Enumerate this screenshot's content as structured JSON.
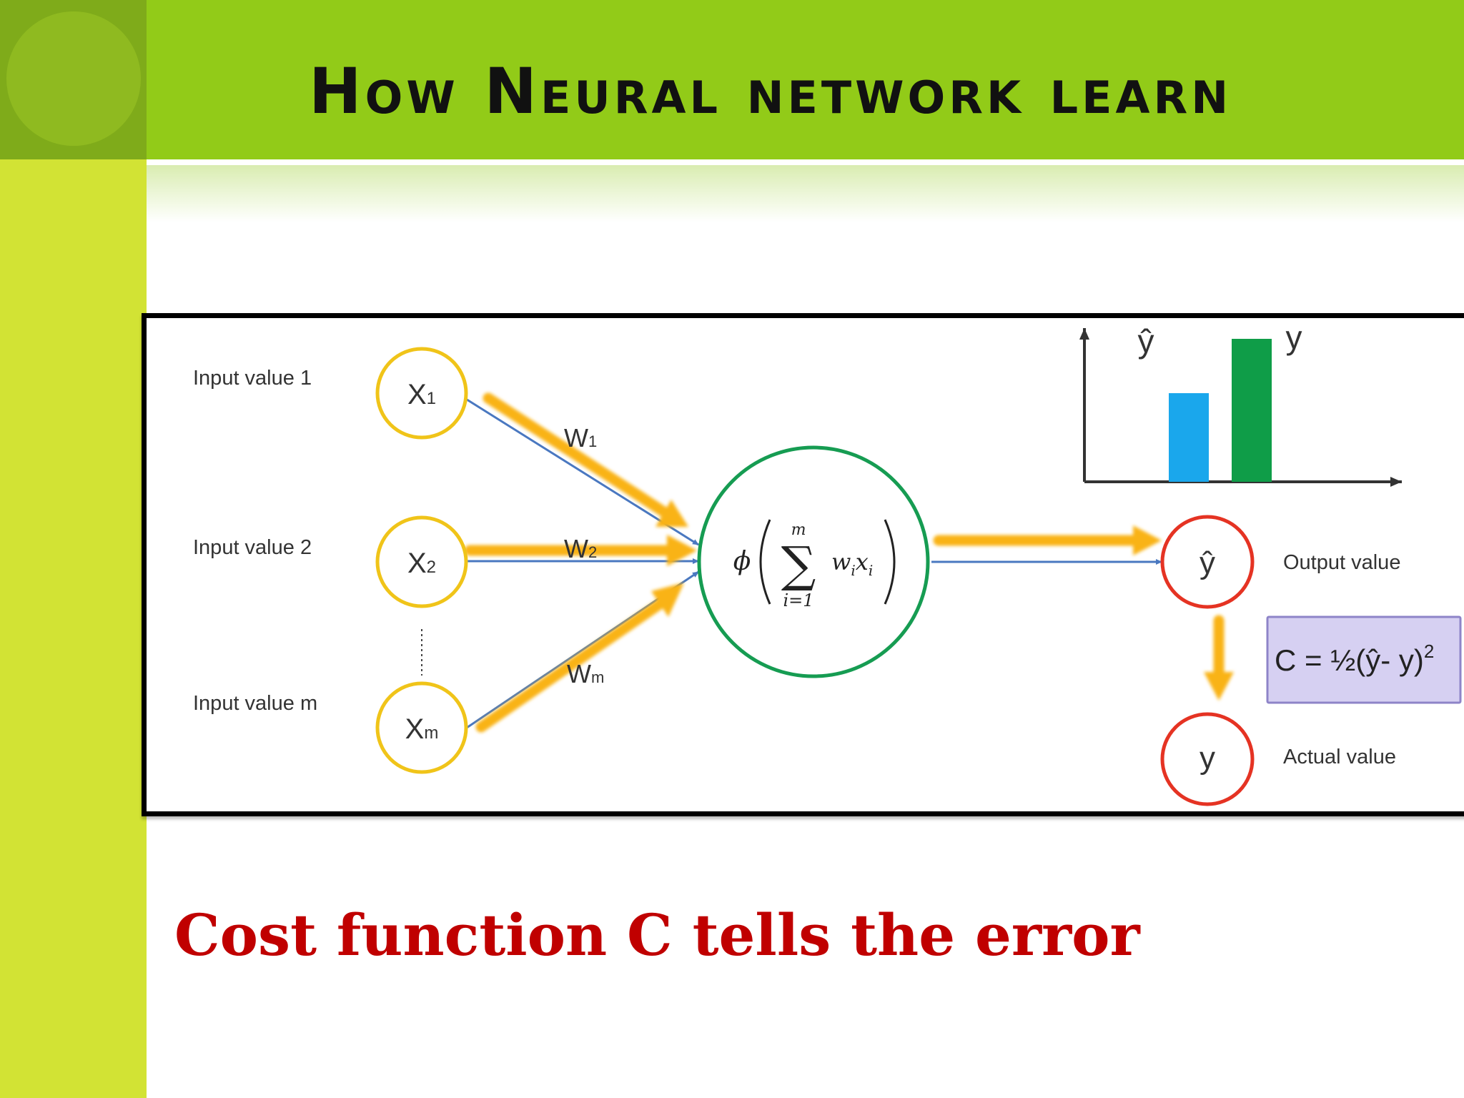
{
  "slide": {
    "title": "How Neural network learn",
    "caption": "Cost function C tells the error"
  },
  "diagram": {
    "inputs": [
      {
        "label": "Input value 1",
        "node": "X",
        "sub": "1"
      },
      {
        "label": "Input value 2",
        "node": "X",
        "sub": "2"
      },
      {
        "label": "Input value m",
        "node": "X",
        "sub": "m"
      }
    ],
    "weights": [
      {
        "base": "W",
        "sub": "1"
      },
      {
        "base": "W",
        "sub": "2"
      },
      {
        "base": "W",
        "sub": "m"
      }
    ],
    "neuron": {
      "phi": "ϕ",
      "upper": "m",
      "sigma": "∑",
      "term_w": "w",
      "term_w_sub": "i",
      "term_x": "x",
      "term_x_sub": "i",
      "lower": "i=1"
    },
    "output": {
      "symbol": "ŷ",
      "label": "Output value"
    },
    "actual": {
      "symbol": "y",
      "label": "Actual value"
    },
    "cost": {
      "text": "C = ½(ŷ- y)",
      "sup": "2"
    },
    "bar_chart": {
      "predicted_label": "ŷ",
      "actual_label": "y",
      "predicted_value": 0.62,
      "actual_value": 1.0,
      "predicted_color": "#1aa7ec",
      "actual_color": "#0f9d48"
    }
  },
  "colors": {
    "title_bar": "#92cb18",
    "left_strip": "#d2e334",
    "caption": "#c00000",
    "input_ring": "#f0c419",
    "neuron_ring": "#169c52",
    "output_ring": "#e53323",
    "arrow": "#f9b312",
    "connection": "#4a78c0"
  }
}
